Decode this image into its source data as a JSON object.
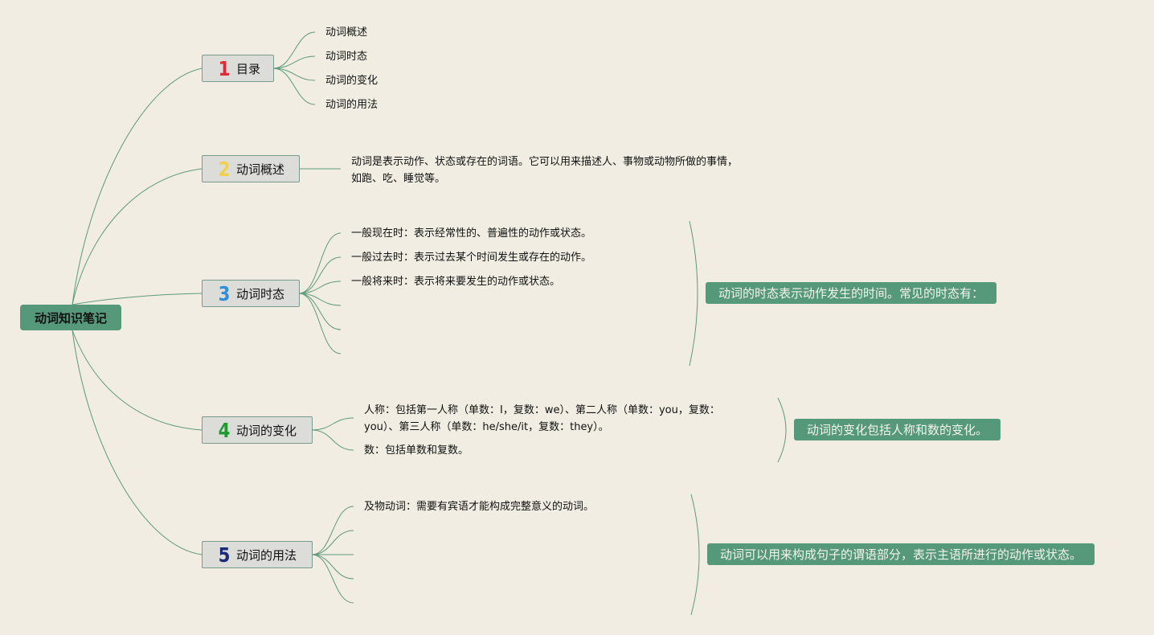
{
  "root": {
    "label": "动词知识笔记"
  },
  "branches": [
    {
      "number": "1",
      "number_color": "#e0293a",
      "label": "目录",
      "children": [
        "动词概述",
        "动词时态",
        "动词的变化",
        "动词的用法"
      ]
    },
    {
      "number": "2",
      "number_color": "#f2d04a",
      "label": "动词概述",
      "description": "动词是表示动作、状态或存在的词语。它可以用来描述人、事物或动物所做的事情，如跑、吃、睡觉等。"
    },
    {
      "number": "3",
      "number_color": "#2f8fd8",
      "label": "动词时态",
      "children": [
        "一般现在时：表示经常性的、普遍性的动作或状态。",
        "一般过去时：表示过去某个时间发生或存在的动作。",
        "一般将来时：表示将来要发生的动作或状态。"
      ],
      "summary": "动词的时态表示动作发生的时间。常见的时态有："
    },
    {
      "number": "4",
      "number_color": "#1e9a2e",
      "label": "动词的变化",
      "children": [
        "人称：包括第一人称（单数：I，复数：we）、第二人称（单数：you，复数：you）、第三人称（单数：he/she/it，复数：they）。",
        "数：包括单数和复数。"
      ],
      "summary": "动词的变化包括人称和数的变化。"
    },
    {
      "number": "5",
      "number_color": "#1c2a7a",
      "label": "动词的用法",
      "children": [
        "及物动词：需要有宾语才能构成完整意义的动词。"
      ],
      "summary": "动词可以用来构成句子的谓语部分，表示主语所进行的动作或状态。"
    }
  ],
  "colors": {
    "background": "#f1ede2",
    "accent": "#56987a",
    "line": "#5f9a7e"
  }
}
